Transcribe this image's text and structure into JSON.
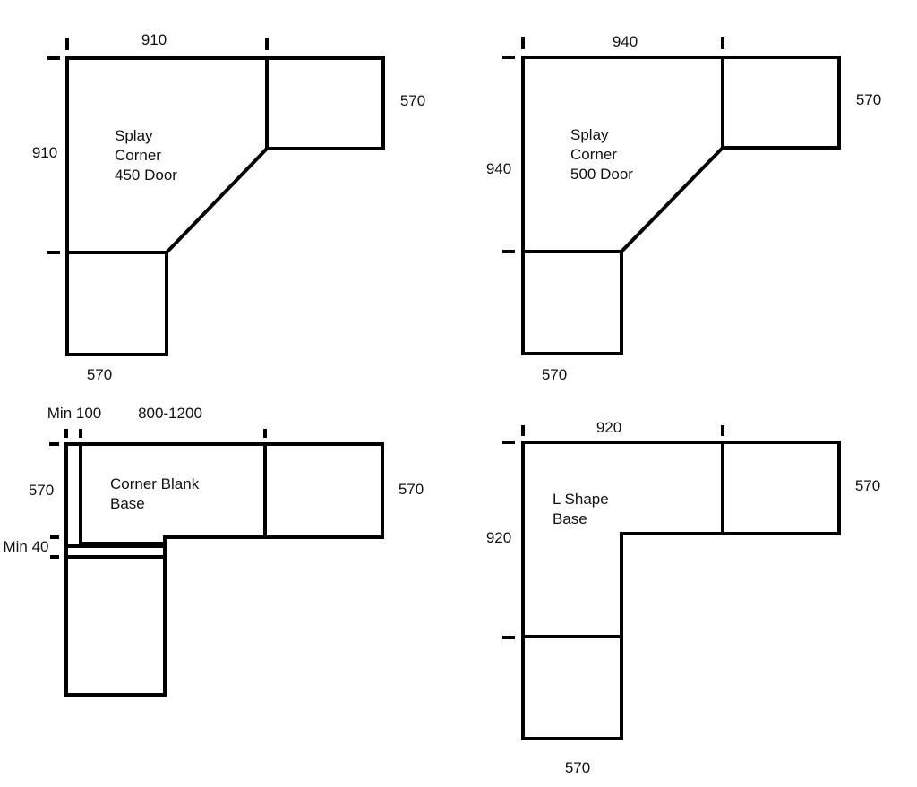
{
  "diagrams": {
    "splay_450": {
      "width_label": "910",
      "height_label": "910",
      "side_depth_label": "570",
      "bottom_depth_label": "570",
      "name_lines": [
        "Splay",
        "Corner",
        "450 Door"
      ]
    },
    "splay_500": {
      "width_label": "940",
      "height_label": "940",
      "side_depth_label": "570",
      "bottom_depth_label": "570",
      "name_lines": [
        "Splay",
        "Corner",
        "500 Door"
      ]
    },
    "corner_blank": {
      "min_gap_label": "Min 100",
      "width_range_label": "800-1200",
      "side_depth_label": "570",
      "right_depth_label": "570",
      "min_filler_label": "Min 40",
      "name_lines": [
        "Corner Blank",
        "Base"
      ]
    },
    "l_shape": {
      "width_label": "920",
      "height_label": "920",
      "side_depth_label": "570",
      "bottom_depth_label": "570",
      "name_lines": [
        "L Shape",
        "Base"
      ]
    }
  },
  "colors": {
    "line": "#000000",
    "text": "#111111",
    "background": "#ffffff"
  }
}
